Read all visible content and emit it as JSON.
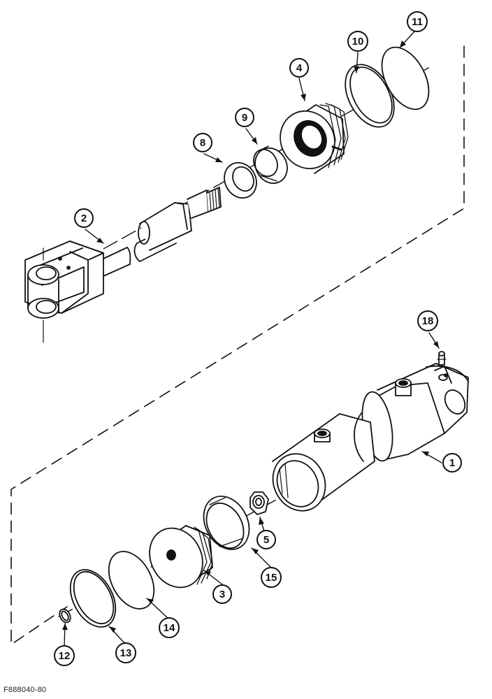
{
  "figure": {
    "code": "F888040-80"
  },
  "callouts": [
    {
      "id": "c1",
      "label": "1",
      "part": "cylinder-barrel"
    },
    {
      "id": "c2",
      "label": "2",
      "part": "piston-rod"
    },
    {
      "id": "c3",
      "label": "3",
      "part": "piston"
    },
    {
      "id": "c4",
      "label": "4",
      "part": "gland"
    },
    {
      "id": "c5",
      "label": "5",
      "part": "nut"
    },
    {
      "id": "c8",
      "label": "8",
      "part": "wiper-seal"
    },
    {
      "id": "c9",
      "label": "9",
      "part": "rod-seal"
    },
    {
      "id": "c10",
      "label": "10",
      "part": "backup-ring"
    },
    {
      "id": "c11",
      "label": "11",
      "part": "o-ring"
    },
    {
      "id": "c12",
      "label": "12",
      "part": "o-ring-small"
    },
    {
      "id": "c13",
      "label": "13",
      "part": "piston-ring"
    },
    {
      "id": "c14",
      "label": "14",
      "part": "piston-seal"
    },
    {
      "id": "c15",
      "label": "15",
      "part": "wear-ring"
    },
    {
      "id": "c18",
      "label": "18",
      "part": "grease-fitting"
    }
  ],
  "colors": {
    "ink": "#111111",
    "paper": "#ffffff"
  }
}
